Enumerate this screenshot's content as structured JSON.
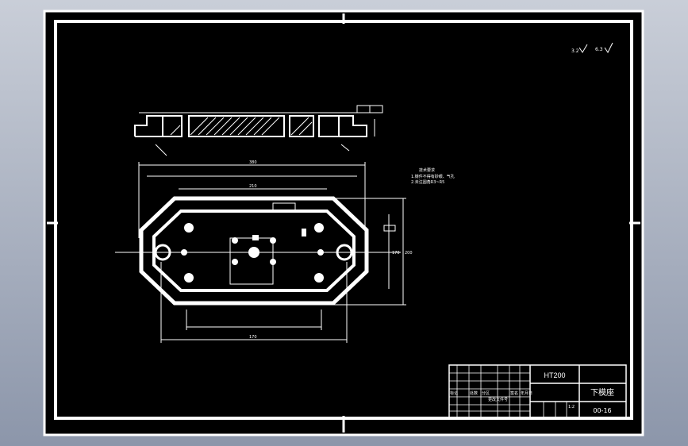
{
  "drawing": {
    "roughness_marks": [
      "3.2",
      "6.3"
    ],
    "top_view": {
      "width_dim": "380",
      "inner_dim": "210",
      "height_dim_a": "170",
      "height_dim_b": "200",
      "center_dim": "170"
    },
    "tech_notes": [
      "技术要求",
      "1.铸件不得有砂眼、气孔",
      "2.未注圆角R3~R5"
    ]
  },
  "title_block": {
    "material": "HT200",
    "part_name": "下模座",
    "drawing_no": "00-16",
    "scale": "1:2",
    "labels": [
      "标记",
      "处数",
      "分区",
      "更改文件号",
      "签名",
      "年月日"
    ]
  },
  "colors": {
    "background": "#000000",
    "line": "#ffffff",
    "frame_outer": "#ffffff"
  }
}
